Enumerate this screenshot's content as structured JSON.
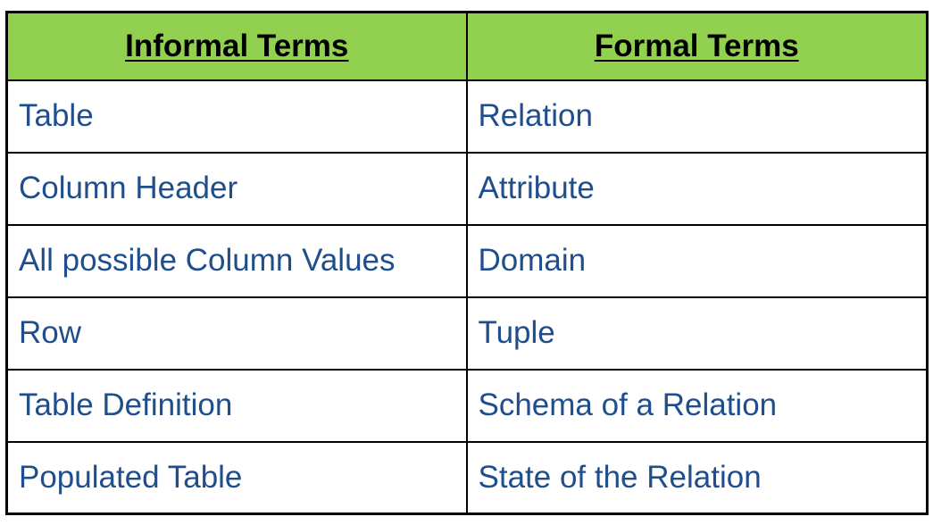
{
  "table": {
    "headers": [
      "Informal Terms",
      "Formal Terms"
    ],
    "rows": [
      [
        "Table",
        "Relation"
      ],
      [
        "Column Header",
        "Attribute"
      ],
      [
        "All possible Column Values",
        "Domain"
      ],
      [
        "Row",
        "Tuple"
      ],
      [
        "Table Definition",
        "Schema of a Relation"
      ],
      [
        "Populated Table",
        "State of the Relation"
      ]
    ]
  },
  "colors": {
    "header_bg": "#92d050",
    "text": "#1f4e8c",
    "border": "#000000"
  }
}
